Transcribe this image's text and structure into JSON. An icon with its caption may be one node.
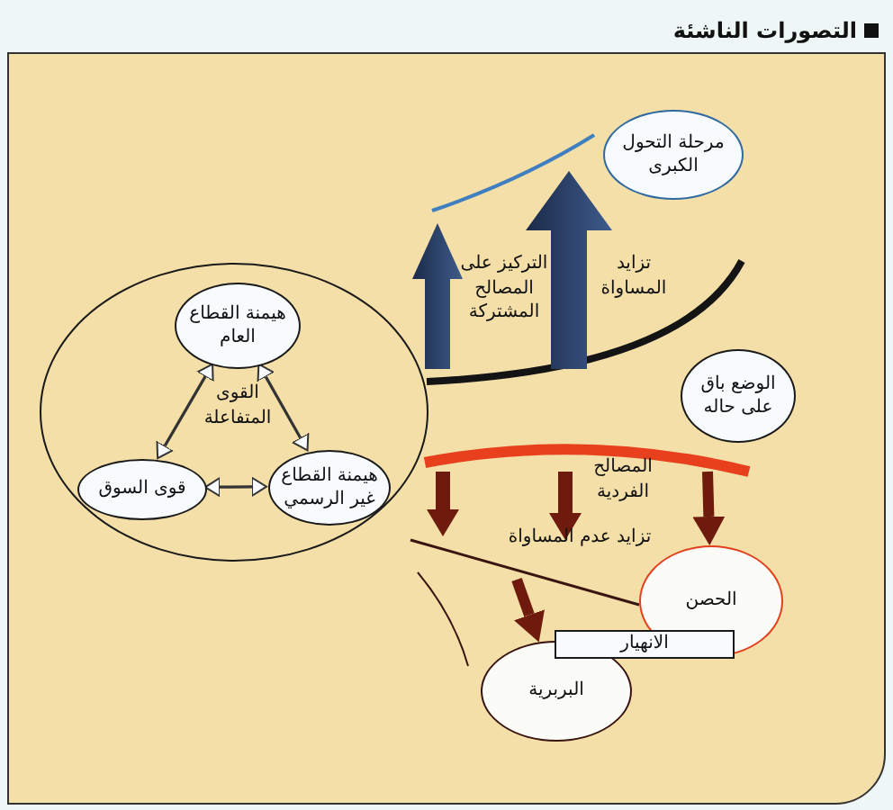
{
  "diagram": {
    "title": "التصورات الناشئة",
    "nodes": [
      {
        "text": [],
        "shape": "circle"
      },
      {
        "text": [
          "هيمنة القطاع العام"
        ],
        "in": 0
      },
      {
        "text": [
          "قوى السوق"
        ],
        "in": 0
      },
      {
        "text": [
          "هيمنة القطاع غير الرسمي"
        ],
        "in": 0
      },
      {
        "text": [
          "مرحلة التحول الكبرى"
        ]
      },
      {
        "text": [
          "الوضع باق على حاله"
        ]
      },
      {
        "text": [
          "الحصن"
        ]
      },
      {
        "text": [
          "البربرية"
        ]
      },
      {
        "text": [
          "الانهيار"
        ]
      }
    ],
    "edges": [
      {
        "from": 1,
        "to": 3,
        "arrow": "both"
      },
      {
        "from": 1,
        "to": 2,
        "arrow": "both"
      },
      {
        "from": 2,
        "to": 3,
        "arrow": "both"
      },
      {
        "from": null,
        "to": 6,
        "arrow": "to",
        "style": "thick",
        "color": "#6e1a0c"
      },
      {
        "from": null,
        "to": 7,
        "arrow": "to",
        "style": "thick",
        "color": "#6e1a0c"
      }
    ],
    "labels": [
      "القوى المتفاعلة",
      "التركيز على المصالح المشتركة",
      "تزايد المساواة",
      "المصالح الفردية",
      "تزايد عدم المساواة"
    ]
  }
}
